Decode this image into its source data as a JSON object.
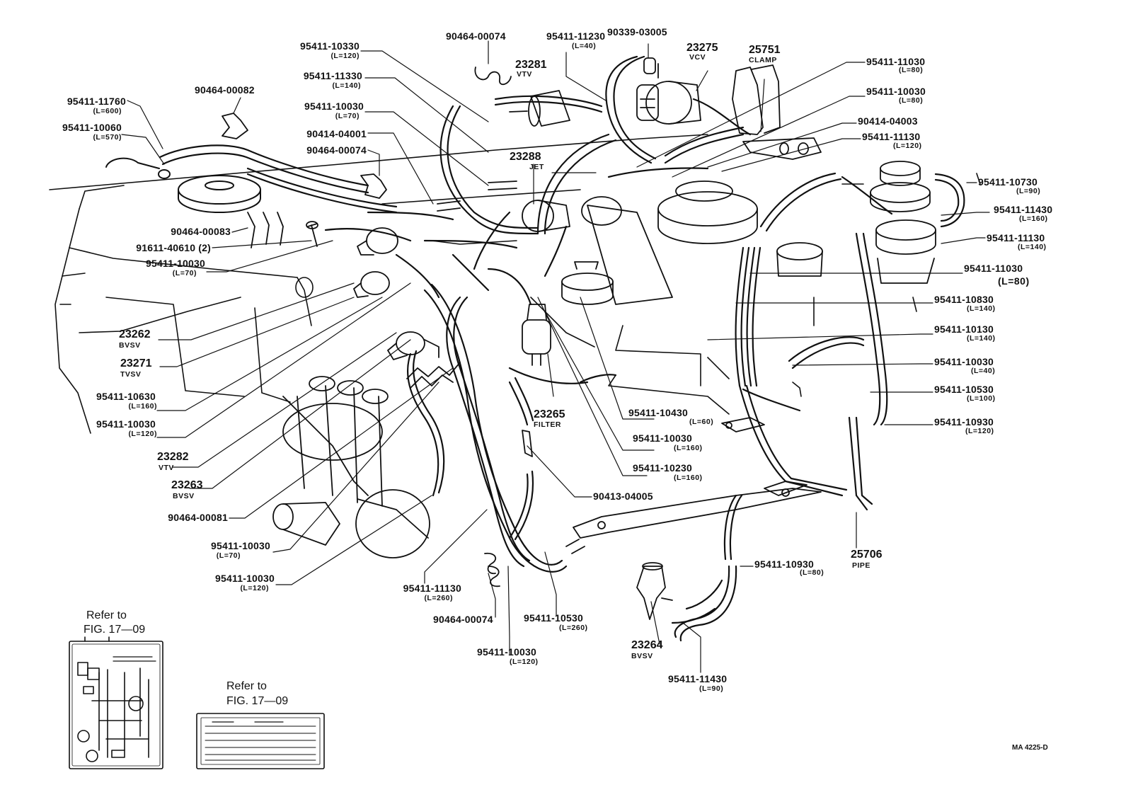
{
  "diagram": {
    "code": "MA 4225-D",
    "callouts": [
      {
        "id": "c01",
        "part": "95411-11760",
        "note": "(L=600)"
      },
      {
        "id": "c02",
        "part": "95411-10060",
        "note": "(L=570)"
      },
      {
        "id": "c03",
        "part": "90464-00082",
        "note": ""
      },
      {
        "id": "c04",
        "part": "95411-10330",
        "note": "(L=120)"
      },
      {
        "id": "c05",
        "part": "95411-11330",
        "note": "(L=140)"
      },
      {
        "id": "c06",
        "part": "95411-10030",
        "note": "(L=70)"
      },
      {
        "id": "c07",
        "part": "90414-04001",
        "note": ""
      },
      {
        "id": "c08",
        "part": "90464-00074",
        "note": ""
      },
      {
        "id": "c09",
        "part": "90464-00074",
        "note": ""
      },
      {
        "id": "c10",
        "part": "95411-11230",
        "note": "(L=40)"
      },
      {
        "id": "c11",
        "part": "90339-03005",
        "note": ""
      },
      {
        "id": "c12",
        "part": "23281",
        "note": "VTV"
      },
      {
        "id": "c13",
        "part": "23275",
        "note": "VCV"
      },
      {
        "id": "c14",
        "part": "25751",
        "note": "CLAMP"
      },
      {
        "id": "c15",
        "part": "23288",
        "note": "JET"
      },
      {
        "id": "c16",
        "part": "95411-11030",
        "note": "(L=80)"
      },
      {
        "id": "c17",
        "part": "95411-10030",
        "note": "(L=80)"
      },
      {
        "id": "c18",
        "part": "90414-04003",
        "note": ""
      },
      {
        "id": "c19",
        "part": "95411-11130",
        "note": "(L=120)"
      },
      {
        "id": "c20",
        "part": "95411-10730",
        "note": "(L=90)"
      },
      {
        "id": "c21",
        "part": "95411-11430",
        "note": "(L=160)"
      },
      {
        "id": "c22",
        "part": "95411-11130",
        "note": "(L=140)"
      },
      {
        "id": "c23",
        "part": "95411-11030",
        "note": "(L=80)"
      },
      {
        "id": "c24",
        "part": "95411-10830",
        "note": "(L=140)"
      },
      {
        "id": "c25",
        "part": "95411-10130",
        "note": "(L=140)"
      },
      {
        "id": "c26",
        "part": "95411-10030",
        "note": "(L=40)"
      },
      {
        "id": "c27",
        "part": "95411-10530",
        "note": "(L=100)"
      },
      {
        "id": "c28",
        "part": "95411-10930",
        "note": "(L=120)"
      },
      {
        "id": "c29",
        "part": "90464-00083",
        "note": ""
      },
      {
        "id": "c30",
        "part": "91611-40610 (2)",
        "note": ""
      },
      {
        "id": "c31",
        "part": "95411-10030",
        "note": "(L=70)"
      },
      {
        "id": "c32",
        "part": "23262",
        "note": "BVSV"
      },
      {
        "id": "c33",
        "part": "23271",
        "note": "TVSV"
      },
      {
        "id": "c34",
        "part": "95411-10630",
        "note": "(L=160)"
      },
      {
        "id": "c35",
        "part": "95411-10030",
        "note": "(L=120)"
      },
      {
        "id": "c36",
        "part": "23282",
        "note": "VTV"
      },
      {
        "id": "c37",
        "part": "23263",
        "note": "BVSV"
      },
      {
        "id": "c38",
        "part": "90464-00081",
        "note": ""
      },
      {
        "id": "c39",
        "part": "95411-10030",
        "note": "(L=70)"
      },
      {
        "id": "c40",
        "part": "95411-10030",
        "note": "(L=120)"
      },
      {
        "id": "c41",
        "part": "23265",
        "note": "FILTER"
      },
      {
        "id": "c42",
        "part": "95411-10430",
        "note": "(L=60)"
      },
      {
        "id": "c43",
        "part": "95411-10030",
        "note": "(L=160)"
      },
      {
        "id": "c44",
        "part": "95411-10230",
        "note": "(L=160)"
      },
      {
        "id": "c45",
        "part": "90413-04005",
        "note": ""
      },
      {
        "id": "c46",
        "part": "95411-11130",
        "note": "(L=260)"
      },
      {
        "id": "c47",
        "part": "90464-00074",
        "note": ""
      },
      {
        "id": "c48",
        "part": "95411-10530",
        "note": "(L=260)"
      },
      {
        "id": "c49",
        "part": "95411-10030",
        "note": "(L=120)"
      },
      {
        "id": "c50",
        "part": "95411-10930",
        "note": "(L=80)"
      },
      {
        "id": "c51",
        "part": "25706",
        "note": "PIPE"
      },
      {
        "id": "c52",
        "part": "23264",
        "note": "BVSV"
      },
      {
        "id": "c53",
        "part": "95411-11430",
        "note": "(L=90)"
      }
    ],
    "references": [
      {
        "id": "r1",
        "line1": "Refer to",
        "line2": "FIG. 17—09"
      },
      {
        "id": "r2",
        "line1": "Refer to",
        "line2": "FIG. 17—09"
      }
    ]
  }
}
